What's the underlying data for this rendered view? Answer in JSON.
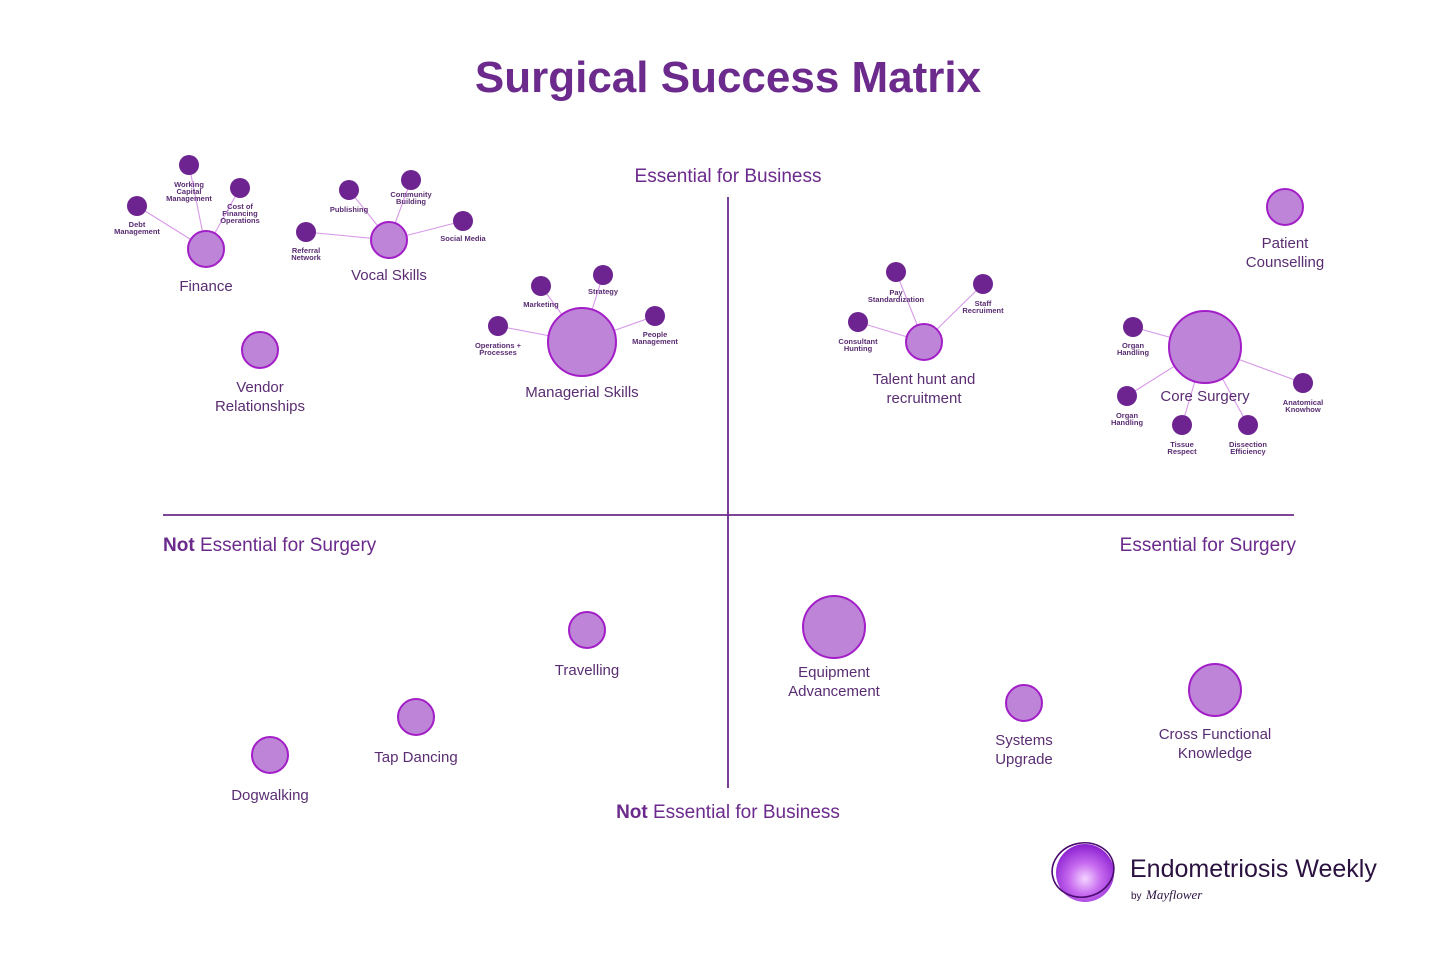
{
  "title": "Surgical Success Matrix",
  "colors": {
    "title": "#6b2a8c",
    "axis": "#6b2a8c",
    "main_fill": "#be84d8",
    "main_stroke": "#a21fc7",
    "satellite_fill": "#6d2490",
    "label": "#5a2d72",
    "edge": "#d89ae8"
  },
  "axes": {
    "top": "Essential for Business",
    "bottom_bold": "Not",
    "bottom_rest": "Essential for Business",
    "left_bold": "Not",
    "left_rest": "Essential for Surgery",
    "right": "Essential for Surgery"
  },
  "brand": {
    "name": "Endometriosis Weekly",
    "by": "by",
    "signature": "Mayflower"
  },
  "nodes": [
    {
      "id": "finance",
      "label": [
        "Finance"
      ],
      "satellites": [
        {
          "id": "debt-management",
          "label": [
            "Debt",
            "Management"
          ]
        },
        {
          "id": "working-capital-management",
          "label": [
            "Working",
            "Capital",
            "Management"
          ]
        },
        {
          "id": "cost-of-financing-operations",
          "label": [
            "Cost of",
            "Financing",
            "Operations"
          ]
        }
      ]
    },
    {
      "id": "vocal-skills",
      "label": [
        "Vocal Skills"
      ],
      "satellites": [
        {
          "id": "referral-network",
          "label": [
            "Referral",
            "Network"
          ]
        },
        {
          "id": "publishing",
          "label": [
            "Publishing"
          ]
        },
        {
          "id": "community-building",
          "label": [
            "Community",
            "Building"
          ]
        },
        {
          "id": "social-media",
          "label": [
            "Social Media"
          ]
        }
      ]
    },
    {
      "id": "vendor-relationships",
      "label": [
        "Vendor",
        "Relationships"
      ],
      "satellites": []
    },
    {
      "id": "managerial-skills",
      "label": [
        "Managerial Skills"
      ],
      "satellites": [
        {
          "id": "marketing",
          "label": [
            "Marketing"
          ]
        },
        {
          "id": "strategy",
          "label": [
            "Strategy"
          ]
        },
        {
          "id": "people-management",
          "label": [
            "People",
            "Management"
          ]
        },
        {
          "id": "operations-processes",
          "label": [
            "Operations +",
            "Processes"
          ]
        }
      ]
    },
    {
      "id": "talent-hunt",
      "label": [
        "Talent hunt and",
        "recruitment"
      ],
      "satellites": [
        {
          "id": "pay-standardization",
          "label": [
            "Pay",
            "Standardization"
          ]
        },
        {
          "id": "staff-recruitment",
          "label": [
            "Staff",
            "Recruiment"
          ]
        },
        {
          "id": "consultant-hunting",
          "label": [
            "Consultant",
            "Hunting"
          ]
        }
      ]
    },
    {
      "id": "patient-counselling",
      "label": [
        "Patient",
        "Counselling"
      ],
      "satellites": []
    },
    {
      "id": "core-surgery",
      "label": [
        "Core Surgery"
      ],
      "satellites": [
        {
          "id": "organ-handling-1",
          "label": [
            "Organ",
            "Handling"
          ]
        },
        {
          "id": "organ-handling-2",
          "label": [
            "Organ",
            "Handling"
          ]
        },
        {
          "id": "tissue-respect",
          "label": [
            "Tissue",
            "Respect"
          ]
        },
        {
          "id": "dissection-efficiency",
          "label": [
            "Dissection",
            "Efficiency"
          ]
        },
        {
          "id": "anatomical-knowhow",
          "label": [
            "Anatomical",
            "Knowhow"
          ]
        }
      ]
    },
    {
      "id": "travelling",
      "label": [
        "Travelling"
      ],
      "satellites": []
    },
    {
      "id": "tap-dancing",
      "label": [
        "Tap Dancing"
      ],
      "satellites": []
    },
    {
      "id": "dogwalking",
      "label": [
        "Dogwalking"
      ],
      "satellites": []
    },
    {
      "id": "equipment-advancement",
      "label": [
        "Equipment",
        "Advancement"
      ],
      "satellites": []
    },
    {
      "id": "systems-upgrade",
      "label": [
        "Systems",
        "Upgrade"
      ],
      "satellites": []
    },
    {
      "id": "cross-functional-knowledge",
      "label": [
        "Cross Functional",
        "Knowledge"
      ],
      "satellites": []
    }
  ]
}
